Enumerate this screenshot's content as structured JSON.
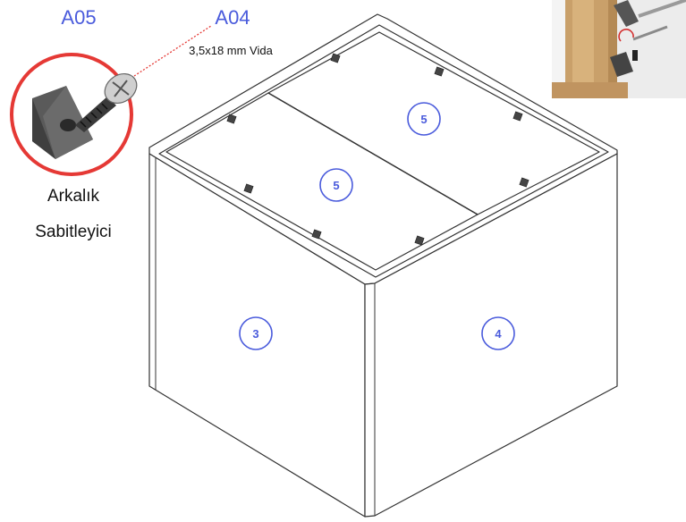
{
  "parts": {
    "bracket": {
      "code": "A05",
      "caption_line1": "Arkalık",
      "caption_line2": "Sabitleyici"
    },
    "screw": {
      "code": "A04",
      "spec": "3,5x18 mm Vida"
    }
  },
  "panels": [
    {
      "id": "top-panel-back",
      "number": "5"
    },
    {
      "id": "top-panel-front",
      "number": "5"
    },
    {
      "id": "side-panel-left",
      "number": "3"
    },
    {
      "id": "side-panel-right",
      "number": "4"
    }
  ],
  "colors": {
    "part_code": "#4a5bdc",
    "panel_circle": "#4a5bdc",
    "callout_ring": "#e53935",
    "leader_line": "#e53935",
    "outline": "#333333",
    "wood": "#c9a06a"
  },
  "icons": [
    "corner-bracket-icon",
    "screw-icon",
    "assembly-detail-icon"
  ]
}
